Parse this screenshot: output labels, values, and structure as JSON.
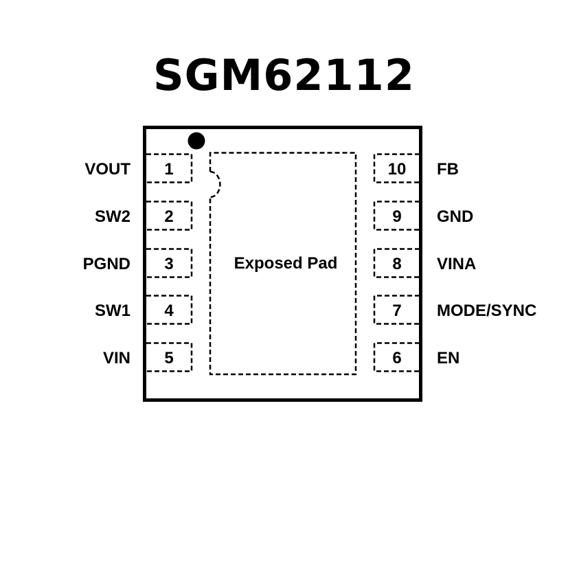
{
  "title": "SGM62112",
  "package": {
    "exposed_pad_label": "Exposed Pad",
    "pin1_marker": "pin-1-dot",
    "left_pins": [
      {
        "number": "1",
        "name": "VOUT"
      },
      {
        "number": "2",
        "name": "SW2"
      },
      {
        "number": "3",
        "name": "PGND"
      },
      {
        "number": "4",
        "name": "SW1"
      },
      {
        "number": "5",
        "name": "VIN"
      }
    ],
    "right_pins": [
      {
        "number": "10",
        "name": "FB"
      },
      {
        "number": "9",
        "name": "GND"
      },
      {
        "number": "8",
        "name": "VINA"
      },
      {
        "number": "7",
        "name": "MODE/SYNC"
      },
      {
        "number": "6",
        "name": "EN"
      }
    ]
  },
  "colors": {
    "stroke": "#000000",
    "background": "#ffffff"
  }
}
